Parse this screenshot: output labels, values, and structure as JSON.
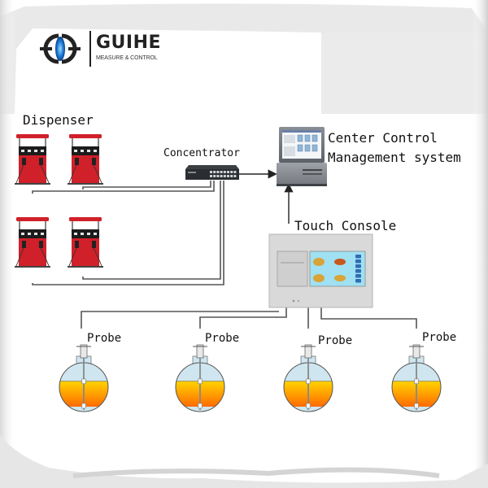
{
  "brand": {
    "name": "GUIHE",
    "tagline": "MEASURE & CONTROL",
    "logo_icon": "double-g-logo-icon",
    "accent_color": "#1f7fd6"
  },
  "labels": {
    "dispenser": "Dispenser",
    "concentrator": "Concentrator",
    "center_control_line1": "Center Control",
    "center_control_line2": "Management system",
    "touch_console": "Touch Console"
  },
  "dispensers": [
    {
      "id": "dispenser-1"
    },
    {
      "id": "dispenser-2"
    },
    {
      "id": "dispenser-3"
    },
    {
      "id": "dispenser-4"
    }
  ],
  "tanks": [
    {
      "id": "tank-1",
      "probe_label": "Probe",
      "fill_level": 0.62
    },
    {
      "id": "tank-2",
      "probe_label": "Probe",
      "fill_level": 0.62
    },
    {
      "id": "tank-3",
      "probe_label": "Probe",
      "fill_level": 0.62
    },
    {
      "id": "tank-4",
      "probe_label": "Probe",
      "fill_level": 0.62
    }
  ],
  "colors": {
    "dispenser_red": "#d0202a",
    "fuel_top": "#ffd400",
    "fuel_bottom": "#ff6a00",
    "tank_air": "#cfe6f0",
    "wire": "#555555",
    "console_body": "#d9d9d9",
    "console_screen": "#9fe0f2"
  }
}
